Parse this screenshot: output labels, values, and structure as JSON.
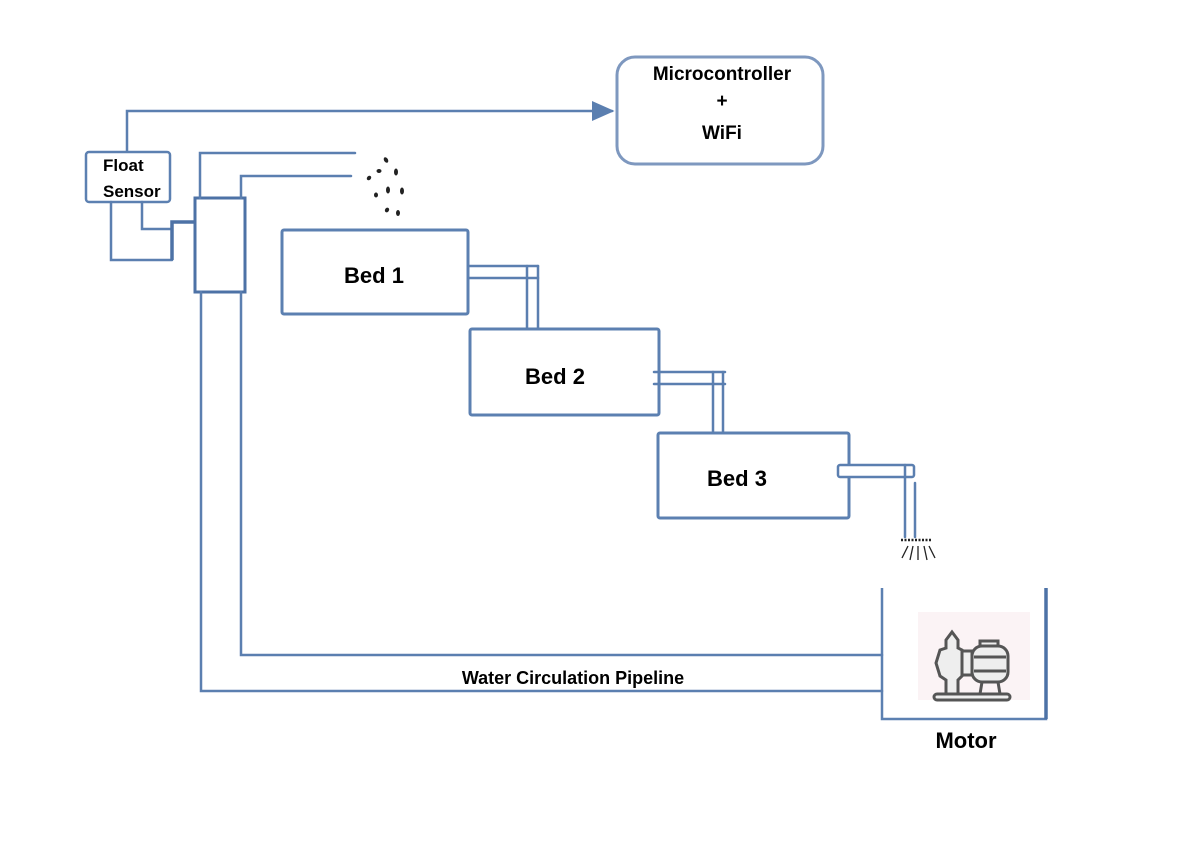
{
  "diagram": {
    "title": "",
    "nodes": {
      "microcontroller": {
        "line1": "Microcontroller",
        "line2": "+",
        "line3": "WiFi"
      },
      "float_sensor": {
        "line1": "Float",
        "line2": "Sensor"
      },
      "bed1": {
        "label": "Bed 1"
      },
      "bed2": {
        "label": "Bed 2"
      },
      "bed3": {
        "label": "Bed 3"
      },
      "motor": {
        "label": "Motor",
        "icon": "water-pump-icon"
      },
      "seeds": {
        "icon": "seeds-icon"
      },
      "sprinkler": {
        "icon": "water-spray-icon"
      }
    },
    "pipeline_label": "Water Circulation Pipeline",
    "edges": [
      {
        "from": "float_sensor",
        "to": "microcontroller",
        "type": "signal-arrow"
      },
      {
        "from": "float_sensor",
        "to": "tank-valve",
        "type": "pipe"
      },
      {
        "from": "tank-valve",
        "to": "bed1",
        "type": "pipe"
      },
      {
        "from": "bed1",
        "to": "bed2",
        "type": "overflow-pipe"
      },
      {
        "from": "bed2",
        "to": "bed3",
        "type": "overflow-pipe"
      },
      {
        "from": "bed3",
        "to": "motor",
        "type": "drain-pipe"
      },
      {
        "from": "motor",
        "to": "tank-valve",
        "type": "pipe"
      }
    ],
    "colors": {
      "pipe": "#5b7fb0",
      "box_border": "#5c80b1",
      "text": "#000000"
    }
  }
}
